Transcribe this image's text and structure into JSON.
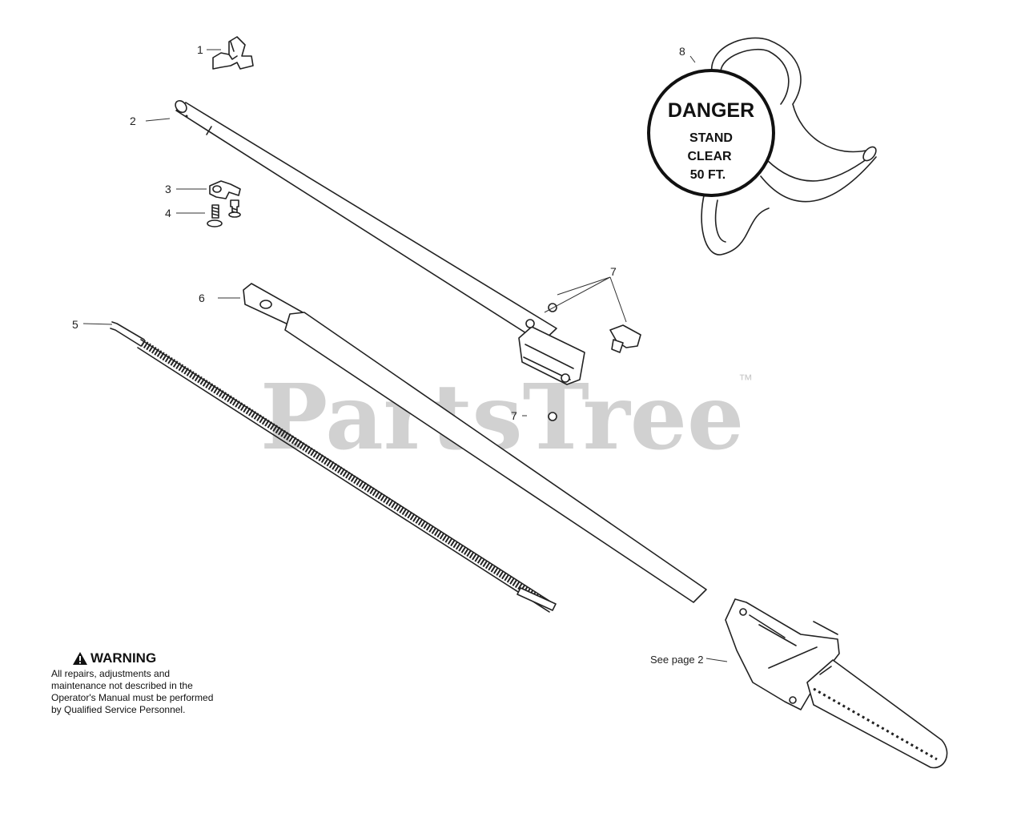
{
  "callouts": {
    "c1": "1",
    "c2": "2",
    "c3": "3",
    "c4": "4",
    "c5": "5",
    "c6": "6",
    "c7a": "7",
    "c7b": "7",
    "c8": "8"
  },
  "see_page_label": "See page 2",
  "watermark": {
    "text": "PartsTree",
    "trademark": "™"
  },
  "danger_label": {
    "title": "DANGER",
    "line1": "STAND",
    "line2": "CLEAR",
    "line3": "50 FT."
  },
  "warning": {
    "title": "WARNING",
    "text": "All repairs, adjustments and maintenance not described in the Operator's Manual must be performed by Qualified Service Personnel."
  },
  "icons": {
    "warning": "warning-triangle-icon"
  }
}
